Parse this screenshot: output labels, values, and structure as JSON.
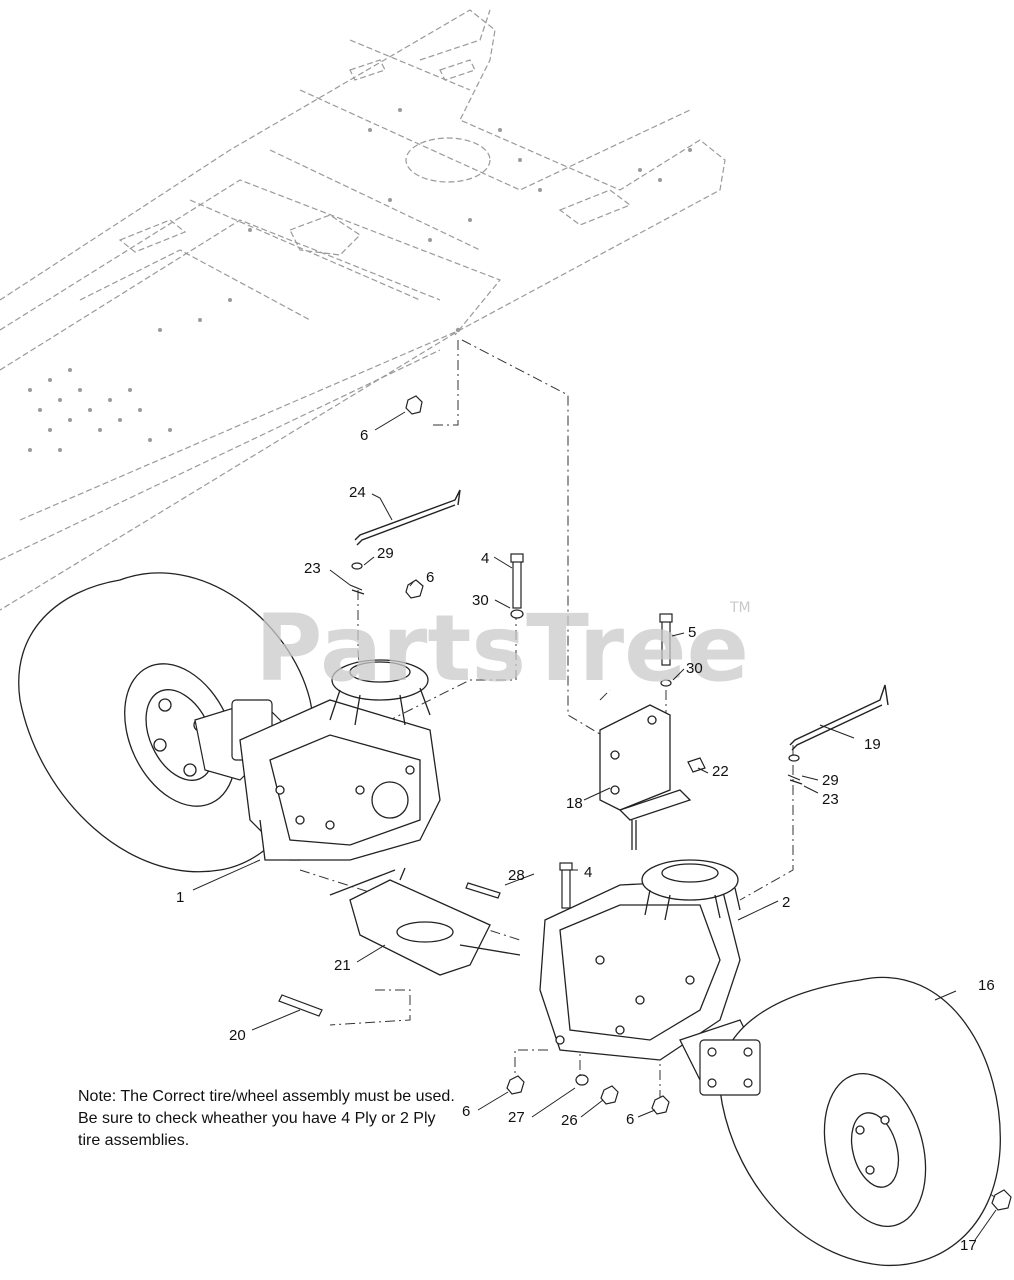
{
  "watermark": {
    "text": "PartsTree",
    "trademark": "TM"
  },
  "callouts": [
    {
      "id": "c1",
      "label": "1"
    },
    {
      "id": "c2",
      "label": "2"
    },
    {
      "id": "c4a",
      "label": "4"
    },
    {
      "id": "c4b",
      "label": "4"
    },
    {
      "id": "c5",
      "label": "5"
    },
    {
      "id": "c6a",
      "label": "6"
    },
    {
      "id": "c6b",
      "label": "6"
    },
    {
      "id": "c6c",
      "label": "6"
    },
    {
      "id": "c6d",
      "label": "6"
    },
    {
      "id": "c16",
      "label": "16"
    },
    {
      "id": "c17",
      "label": "17"
    },
    {
      "id": "c18",
      "label": "18"
    },
    {
      "id": "c19",
      "label": "19"
    },
    {
      "id": "c20",
      "label": "20"
    },
    {
      "id": "c21",
      "label": "21"
    },
    {
      "id": "c22",
      "label": "22"
    },
    {
      "id": "c23a",
      "label": "23"
    },
    {
      "id": "c23b",
      "label": "23"
    },
    {
      "id": "c24",
      "label": "24"
    },
    {
      "id": "c26",
      "label": "26"
    },
    {
      "id": "c27",
      "label": "27"
    },
    {
      "id": "c28",
      "label": "28"
    },
    {
      "id": "c29a",
      "label": "29"
    },
    {
      "id": "c29b",
      "label": "29"
    },
    {
      "id": "c30a",
      "label": "30"
    },
    {
      "id": "c30b",
      "label": "30"
    }
  ],
  "note": {
    "line1": "Note: The Correct tire/wheel assembly must be used.",
    "line2": "Be sure to check wheather you have 4 Ply or 2 Ply",
    "line3": "tire assemblies."
  }
}
